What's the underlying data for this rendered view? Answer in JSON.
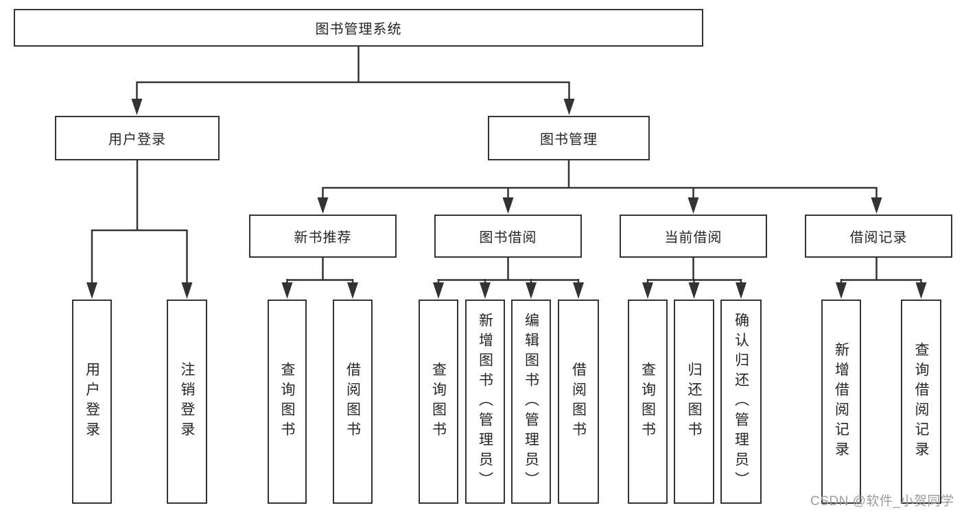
{
  "diagram": {
    "root": {
      "label": "图书管理系统"
    },
    "level2": [
      {
        "label": "用户登录"
      },
      {
        "label": "图书管理"
      }
    ],
    "level3": [
      {
        "label": "新书推荐"
      },
      {
        "label": "图书借阅"
      },
      {
        "label": "当前借阅"
      },
      {
        "label": "借阅记录"
      }
    ],
    "leaves": {
      "user_login": [
        {
          "label": "用户登录"
        },
        {
          "label": "注销登录"
        }
      ],
      "new_books": [
        {
          "label": "查询图书"
        },
        {
          "label": "借阅图书"
        }
      ],
      "book_borrowing": [
        {
          "label": "查询图书"
        },
        {
          "label": "新增图书（管理员）"
        },
        {
          "label": "编辑图书（管理员）"
        },
        {
          "label": "借阅图书"
        }
      ],
      "current_borrowing": [
        {
          "label": "查询图书"
        },
        {
          "label": "归还图书"
        },
        {
          "label": "确认归还（管理员）"
        }
      ],
      "borrowing_records": [
        {
          "label": "新增借阅记录"
        },
        {
          "label": "查询借阅记录"
        }
      ]
    },
    "watermark": "CSDN @软件_小贺同学",
    "colors": {
      "line": "#333333",
      "text": "#262626",
      "watermark": "#9c9c9c",
      "background": "#ffffff"
    }
  }
}
